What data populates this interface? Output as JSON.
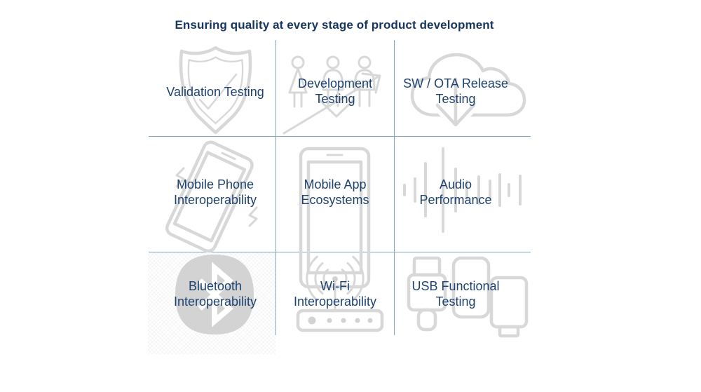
{
  "title": "Ensuring quality at every stage of product development",
  "colors": {
    "title_color": "#16365f",
    "label_color": "#1d4270",
    "icon_color": "#d8d8d8",
    "icon_fill": "#d3d3d3",
    "grid_line": "#7ea6c5",
    "bg": "#ffffff"
  },
  "grid": {
    "rows": 3,
    "cols": 3
  },
  "cells": [
    {
      "name": "validation-testing",
      "icon": "shield-check-icon",
      "label": "Validation Testing",
      "lines": [
        "Validation Testing"
      ]
    },
    {
      "name": "development-testing",
      "icon": "team-growth-arrow-icon",
      "label": "Development Testing",
      "lines": [
        "Development",
        "Testing"
      ]
    },
    {
      "name": "sw-ota-release-testing",
      "icon": "cloud-download-icon",
      "label": "SW / OTA Release Testing",
      "lines": [
        "SW / OTA Release",
        "Testing"
      ]
    },
    {
      "name": "mobile-phone-interoperability",
      "icon": "vibrating-phone-icon",
      "label": "Mobile Phone Interoperability",
      "lines": [
        "Mobile Phone",
        "Interoperability"
      ]
    },
    {
      "name": "mobile-app-ecosystems",
      "icon": "smartphone-icon",
      "label": "Mobile App Ecosystems",
      "lines": [
        "Mobile App",
        "Ecosystems"
      ]
    },
    {
      "name": "audio-performance",
      "icon": "audio-waveform-icon",
      "label": "Audio Performance",
      "lines": [
        "Audio",
        "Performance"
      ]
    },
    {
      "name": "bluetooth-interoperability",
      "icon": "bluetooth-icon",
      "label": "Bluetooth Interoperability",
      "lines": [
        "Bluetooth",
        "Interoperability"
      ]
    },
    {
      "name": "wifi-interoperability",
      "icon": "wifi-router-icon",
      "label": "Wi-Fi Interoperability",
      "lines": [
        "Wi-Fi",
        "Interoperability"
      ]
    },
    {
      "name": "usb-functional-testing",
      "icon": "usb-connectors-icon",
      "label": "USB Functional Testing",
      "lines": [
        "USB Functional",
        "Testing"
      ]
    }
  ]
}
